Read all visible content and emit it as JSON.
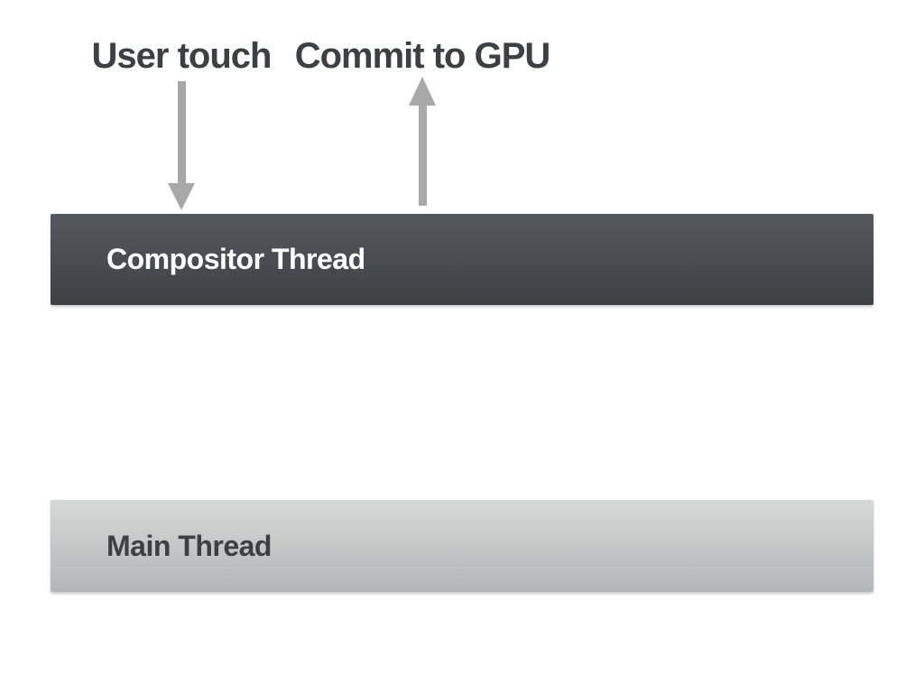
{
  "diagram": {
    "title": "Compositor vs Main Thread diagram",
    "annotations": [
      {
        "label": "User touch",
        "arrow_direction": "down",
        "arrow_icon": "arrow-down-icon",
        "points_to": "Compositor Thread"
      },
      {
        "label": "Commit to GPU",
        "arrow_direction": "up",
        "arrow_icon": "arrow-up-icon",
        "points_from": "Compositor Thread"
      }
    ],
    "threads": [
      {
        "label": "Compositor Thread",
        "theme": "dark"
      },
      {
        "label": "Main Thread",
        "theme": "light"
      }
    ],
    "colors": {
      "background": "#ffffff",
      "label_text": "#3c4043",
      "arrow": "#a8a8a8",
      "compositor_top": "#555960",
      "compositor_bottom": "#3d4043",
      "compositor_text": "#ffffff",
      "main_top": "#d7d9d9",
      "main_bottom": "#b3b6b6",
      "main_text": "#3c4043"
    }
  }
}
